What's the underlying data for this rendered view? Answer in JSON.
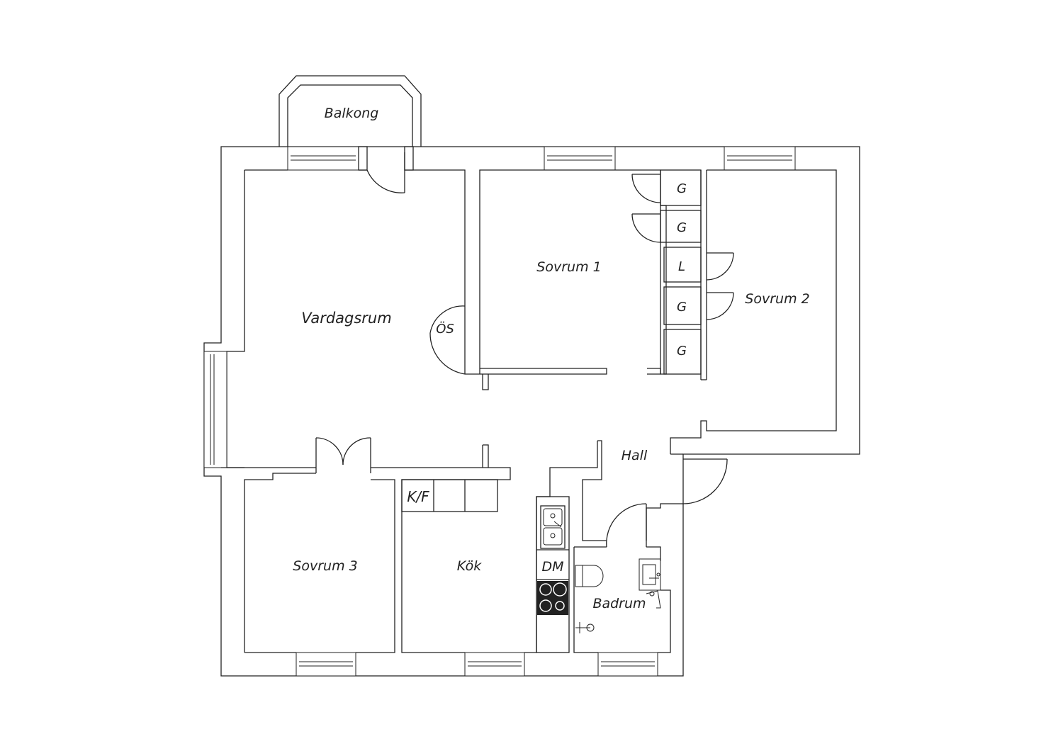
{
  "rooms": {
    "balcony": "Balkong",
    "living_room": "Vardagsrum",
    "bedroom_1": "Sovrum 1",
    "bedroom_2": "Sovrum 2",
    "bedroom_3": "Sovrum 3",
    "hall": "Hall",
    "kitchen": "Kök",
    "bathroom": "Badrum"
  },
  "fixtures": {
    "open_fireplace": "ÖS",
    "fridge_freezer": "K/F",
    "dishwasher": "DM",
    "wardrobe_1": "G",
    "wardrobe_2": "G",
    "linen_closet": "L",
    "wardrobe_3": "G",
    "wardrobe_4": "G"
  }
}
